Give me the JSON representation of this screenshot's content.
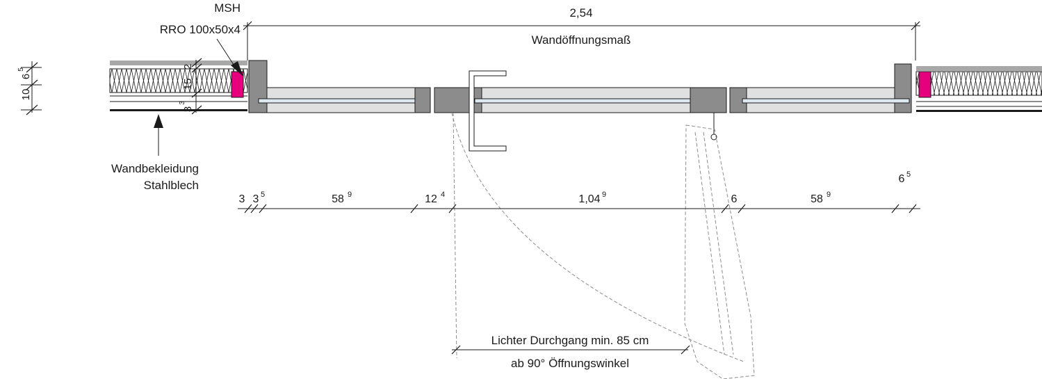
{
  "labels": {
    "msh": "MSH",
    "rro": "RRO 100x50x4",
    "wall_cladding_1": "Wandbekleidung",
    "wall_cladding_2": "Stahlblech",
    "wall_opening": "Wandöffnungsmaß",
    "clear_passage": "Lichter Durchgang min. 85 cm",
    "opening_angle": "ab 90° Öffnungswinkel"
  },
  "dimensions": {
    "total": "2,54",
    "left_wall_total": "10",
    "left_wall_inner_main": "6",
    "left_wall_inner_sup": "5",
    "v_2": "2",
    "v_15": "15",
    "v_3_main": "3",
    "v_3_sup": "3",
    "seg_3": "3",
    "seg_3_5_main": "3",
    "seg_3_5_sup": "5",
    "seg_58_main": "58",
    "seg_58_sup": "9",
    "seg_12_main": "12",
    "seg_12_sup": "4",
    "seg_104_main": "1,04",
    "seg_104_sup": "9",
    "seg_6": "6",
    "seg_58b_main": "58",
    "seg_58b_sup": "9",
    "seg_6_5_main": "6",
    "seg_6_5_sup": "5"
  },
  "colors": {
    "insulation_fill": "#ffffff",
    "magenta_profile": "#e6007e",
    "frame_gray": "#8c8c8c",
    "panel_light": "#e0e0e0",
    "glass_blue": "#dde9f1",
    "cladding_gray": "#a8a8a8",
    "line": "#1a1a1a",
    "dash": "#8c8c8c"
  }
}
